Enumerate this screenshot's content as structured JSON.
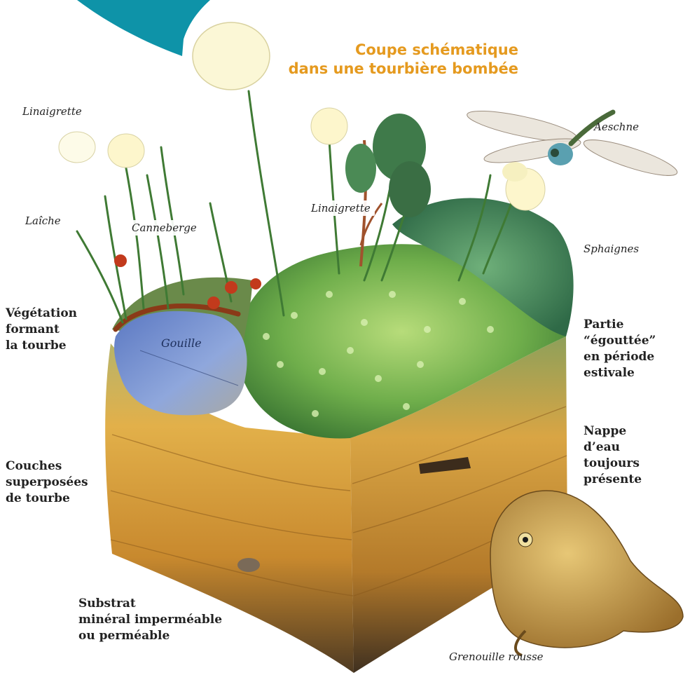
{
  "title": {
    "line1": "Coupe schématique",
    "line2": "dans une tourbière bombée"
  },
  "species_labels": {
    "linaigrette_left": "Linaigrette",
    "linaigrette_center": "Linaigrette",
    "laiche": "Laîche",
    "canneberge": "Canneberge",
    "aeschne": "Aeschne",
    "sphaignes": "Sphaignes",
    "gouille": "Gouille",
    "grenouille": "Grenouille rousse"
  },
  "layer_labels": {
    "vegetation": [
      "Végétation",
      "formant",
      "la tourbe"
    ],
    "couches": [
      "Couches",
      "superposées",
      "de tourbe"
    ],
    "substrat": [
      "Substrat",
      "minéral imperméable",
      "ou perméable"
    ],
    "partie": [
      "Partie",
      "“égouttée”",
      "en période",
      "estivale"
    ],
    "nappe": [
      "Nappe",
      "d’eau",
      "toujours",
      "présente"
    ]
  },
  "colors": {
    "title": "#e59a1f",
    "corner_accent": "#0e93a8",
    "peat_light": "#e6b24a",
    "peat_dark": "#8a5a1c",
    "moss_green": "#6aa84f",
    "water": "#7b93c9"
  },
  "icons": [
    "cotton-grass-icon",
    "dragonfly-icon",
    "frog-icon",
    "cranberry-icon"
  ]
}
